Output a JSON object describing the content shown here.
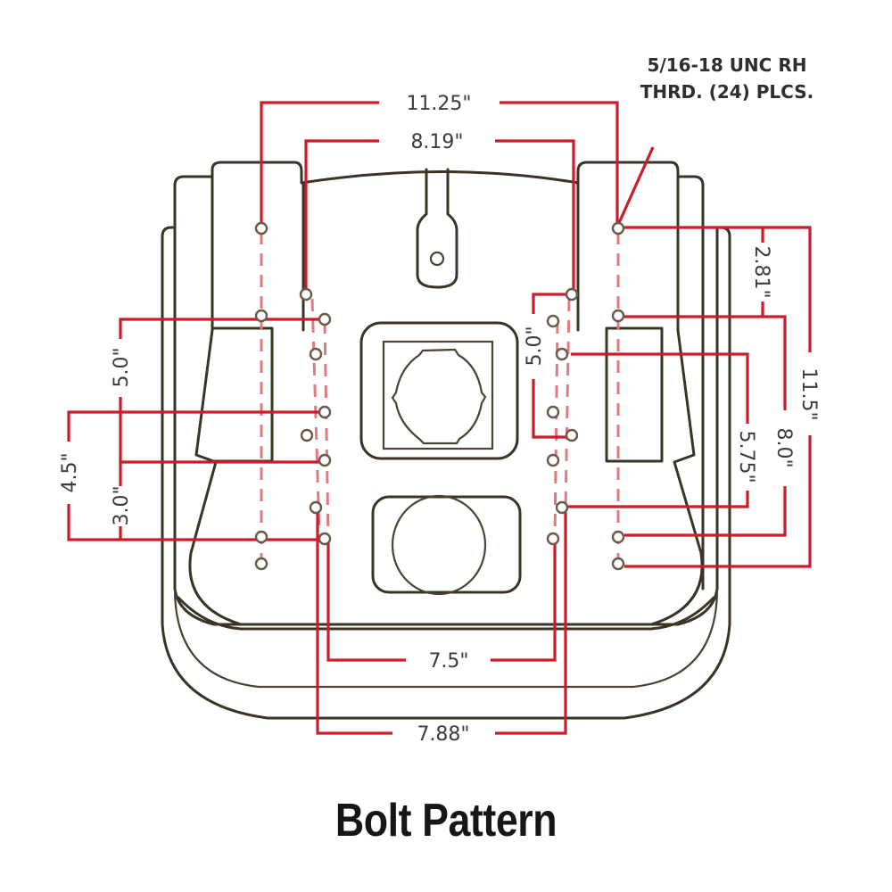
{
  "title": "Bolt Pattern",
  "thread_note": {
    "line1": "5/16-18 UNC RH",
    "line2": "THRD. (24) PLCS."
  },
  "dimensions": {
    "top_outer": "11.25\"",
    "top_inner": "8.19\"",
    "bottom_inner": "7.5\"",
    "bottom_outer": "7.88\"",
    "left_5_0": "5.0\"",
    "left_4_5": "4.5\"",
    "left_3_0": "3.0\"",
    "center_5_0": "5.0\"",
    "right_2_81": "2.81\"",
    "right_11_5": "11.5\"",
    "right_8_0": "8.0\"",
    "right_5_75": "5.75\""
  },
  "colors": {
    "dimension_line": "#cc1b2b",
    "outline": "#3a3326",
    "text": "#3b3b3b"
  }
}
